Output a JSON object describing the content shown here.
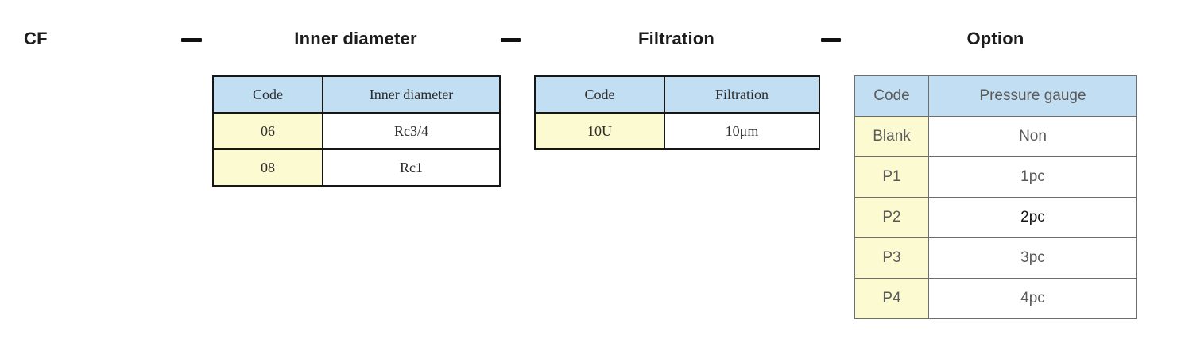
{
  "model_code": {
    "prefix": "CF",
    "separator": "—"
  },
  "sections": [
    {
      "title": "Inner diameter",
      "table": {
        "headers": [
          "Code",
          "Inner diameter"
        ],
        "rows": [
          [
            "06",
            "Rc3/4"
          ],
          [
            "08",
            "Rc1"
          ]
        ]
      }
    },
    {
      "title": "Filtration",
      "table": {
        "headers": [
          "Code",
          "Filtration"
        ],
        "rows": [
          [
            "10U",
            "10μm"
          ]
        ]
      }
    },
    {
      "title": "Option",
      "table": {
        "headers": [
          "Code",
          "Pressure gauge"
        ],
        "rows": [
          [
            "Blank",
            "Non"
          ],
          [
            "P1",
            "1pc"
          ],
          [
            "P2",
            "2pc"
          ],
          [
            "P3",
            "3pc"
          ],
          [
            "P4",
            "4pc"
          ]
        ],
        "emphasized_code": "P2"
      }
    }
  ],
  "colors": {
    "table_header_blue": "#C2DEF2",
    "code_cell_yellow": "#FCFAD1",
    "serif_table_border": "#161616",
    "option_table_border": "#6E6E6E",
    "option_text_gray": "#5A5A5A",
    "emphasis_text": "#141414",
    "title_text": "#1C1C1C"
  }
}
